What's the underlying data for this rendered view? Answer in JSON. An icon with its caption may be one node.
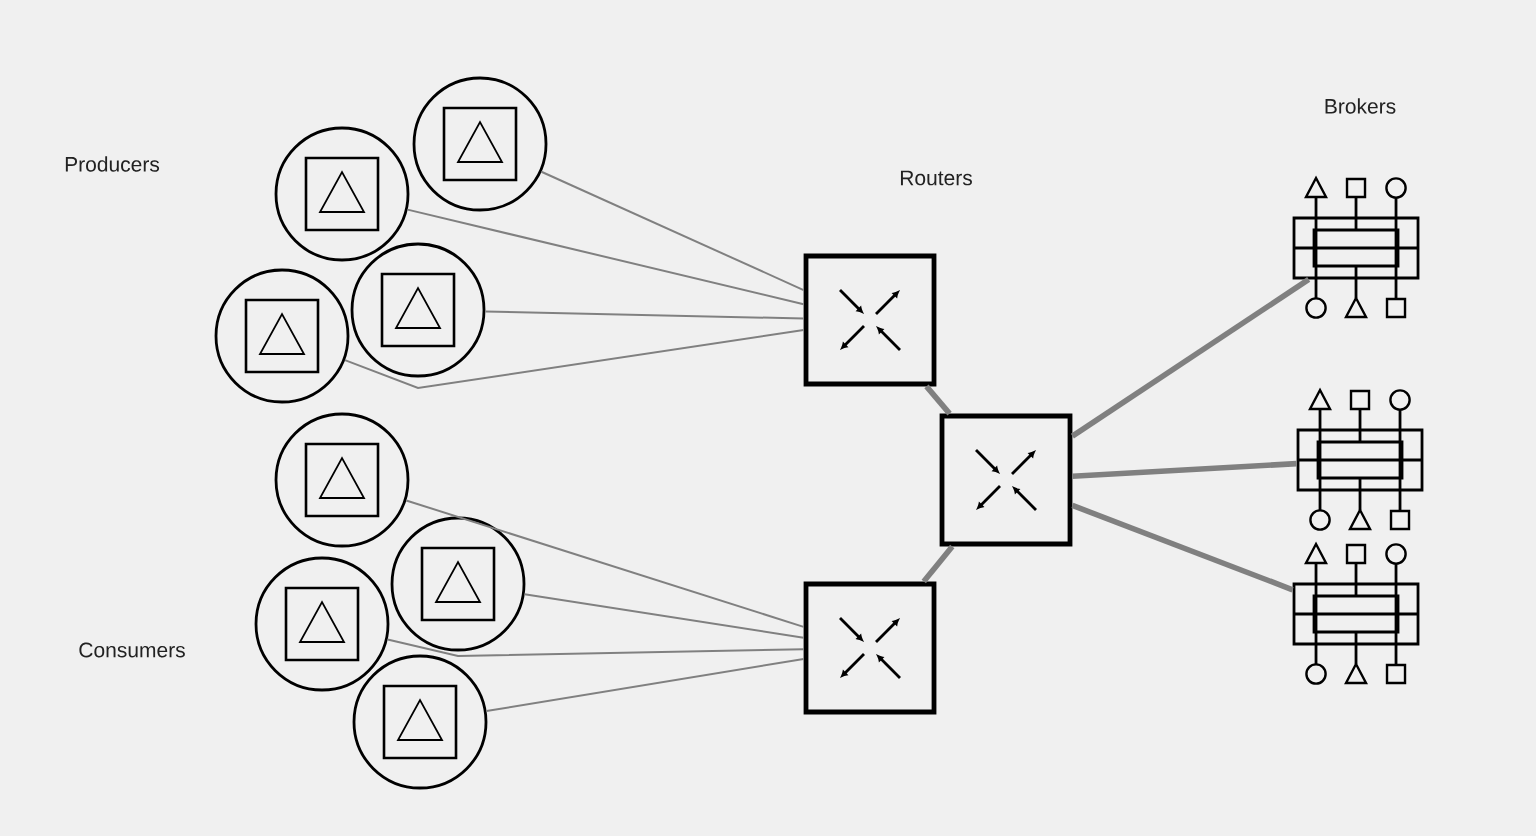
{
  "diagram": {
    "nodes": [
      {
        "text": [],
        "shape": "circle"
      },
      {
        "text": [],
        "shape": "circle"
      },
      {
        "text": [],
        "shape": "circle"
      },
      {
        "text": [],
        "shape": "circle"
      },
      {
        "text": [],
        "shape": "circle"
      },
      {
        "text": [],
        "shape": "circle"
      },
      {
        "text": [],
        "shape": "circle"
      },
      {
        "text": [],
        "shape": "circle"
      },
      {
        "text": [],
        "shape": "box"
      },
      {
        "text": [],
        "shape": "box"
      },
      {
        "text": [],
        "shape": "box"
      },
      {
        "text": [],
        "shape": "picture"
      },
      {
        "text": [],
        "shape": "picture"
      },
      {
        "text": [],
        "shape": "picture"
      }
    ],
    "edges": [
      {
        "from": 0,
        "to": 8,
        "arrow": "none"
      },
      {
        "from": 1,
        "to": 8,
        "arrow": "none"
      },
      {
        "from": 2,
        "to": 8,
        "arrow": "none"
      },
      {
        "from": 3,
        "to": 8,
        "arrow": "none"
      },
      {
        "from": 4,
        "to": 10,
        "arrow": "none"
      },
      {
        "from": 5,
        "to": 10,
        "arrow": "none"
      },
      {
        "from": 6,
        "to": 10,
        "arrow": "none"
      },
      {
        "from": 7,
        "to": 10,
        "arrow": "none"
      },
      {
        "from": 8,
        "to": 9,
        "arrow": "none",
        "style": "thick"
      },
      {
        "from": 10,
        "to": 9,
        "arrow": "none",
        "style": "thick"
      },
      {
        "from": 9,
        "to": 11,
        "arrow": "none",
        "style": "thick"
      },
      {
        "from": 9,
        "to": 12,
        "arrow": "none",
        "style": "thick"
      },
      {
        "from": 9,
        "to": 13,
        "arrow": "none",
        "style": "thick"
      }
    ],
    "labels": [
      "Brokers",
      "Producers",
      "Routers",
      "Consumers"
    ]
  }
}
